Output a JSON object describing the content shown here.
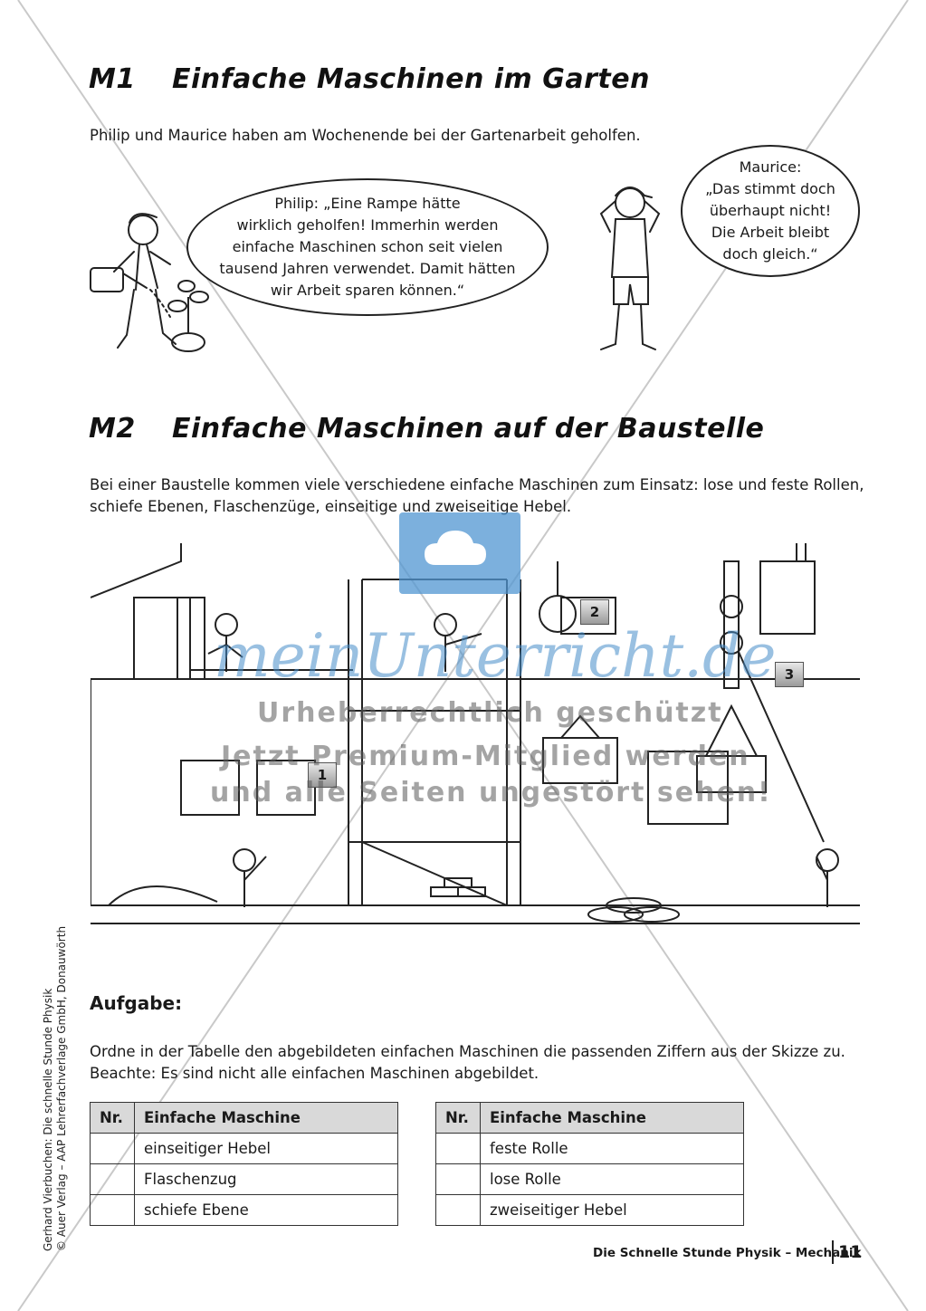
{
  "m1": {
    "number": "M1",
    "title": "Einfache Maschinen im Garten",
    "intro": "Philip und Maurice haben am Wochenende bei der Gartenarbeit geholfen.",
    "philip_speech": "Philip: „Eine Rampe hätte\nwirklich geholfen! Immerhin werden\neinfache Maschinen schon seit vielen\ntausend Jahren verwendet. Damit hätten\nwir Arbeit sparen können.“",
    "maurice_speech": "Maurice:\n„Das stimmt doch\nüberhaupt nicht!\nDie Arbeit bleibt\ndoch gleich.“"
  },
  "m2": {
    "number": "M2",
    "title": "Einfache Maschinen auf der Baustelle",
    "intro": "Bei einer Baustelle kommen viele verschiedene einfache Maschinen zum Einsatz: lose und feste Rollen, schiefe Ebenen, Flaschenzüge, einseitige und zweiseitige Hebel.",
    "markers": [
      "1",
      "2",
      "3"
    ]
  },
  "task": {
    "heading": "Aufgabe:",
    "line1": "Ordne in der Tabelle den abgebildeten einfachen Maschinen die passenden Ziffern aus der Skizze zu.",
    "line2": "Beachte: Es sind nicht alle einfachen Maschinen abgebildet."
  },
  "tables": [
    {
      "col_nr": "Nr.",
      "col_name": "Einfache Maschine",
      "rows": [
        "einseitiger Hebel",
        "Flaschenzug",
        "schiefe Ebene"
      ]
    },
    {
      "col_nr": "Nr.",
      "col_name": "Einfache Maschine",
      "rows": [
        "feste Rolle",
        "lose Rolle",
        "zweiseitiger Hebel"
      ]
    }
  ],
  "credit": {
    "line1": "Gerhard Vierbuchen: Die schnelle Stunde Physik",
    "line2": "© Auer Verlag – AAP Lehrerfachverlage GmbH, Donauwörth"
  },
  "footer": {
    "title": "Die Schnelle Stunde Physik – Mechanik",
    "page": "11"
  },
  "watermark": {
    "brand": "meinUnterricht.de",
    "line1": "Urheberrechtlich geschützt",
    "line2": "Jetzt Premium-Mitglied werden",
    "line3": "und alle Seiten ungestört sehen!"
  }
}
